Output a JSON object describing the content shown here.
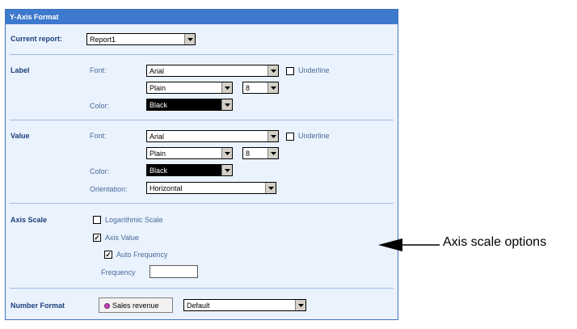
{
  "dialog": {
    "title": "Y-Axis Format"
  },
  "current_report": {
    "label": "Current report:",
    "value": "Report1"
  },
  "label_section": {
    "heading": "Label",
    "font_label": "Font:",
    "font": "Arial",
    "underline_label": "Underline",
    "underline_checked": false,
    "style": "Plain",
    "size": "8",
    "color_label": "Color:",
    "color": "Black"
  },
  "value_section": {
    "heading": "Value",
    "font_label": "Font:",
    "font": "Arial",
    "underline_label": "Underline",
    "underline_checked": false,
    "style": "Plain",
    "size": "8",
    "color_label": "Color:",
    "color": "Black",
    "orientation_label": "Orientation:",
    "orientation": "Horizontal"
  },
  "axis_scale": {
    "heading": "Axis Scale",
    "logarithmic_label": "Logarithmic Scale",
    "logarithmic_checked": false,
    "axis_value_label": "Axis Value",
    "axis_value_checked": true,
    "auto_frequency_label": "Auto Frequency",
    "auto_frequency_checked": true,
    "frequency_label": "Frequency",
    "frequency_value": ""
  },
  "number_format": {
    "heading": "Number Format",
    "button_label": "Sales revenue",
    "format": "Default"
  },
  "annotation": {
    "text": "Axis scale options"
  },
  "colors": {
    "title_bar": "#3d79cc",
    "panel_bg": "#eaf2fd",
    "heading": "#1d3f7a"
  }
}
